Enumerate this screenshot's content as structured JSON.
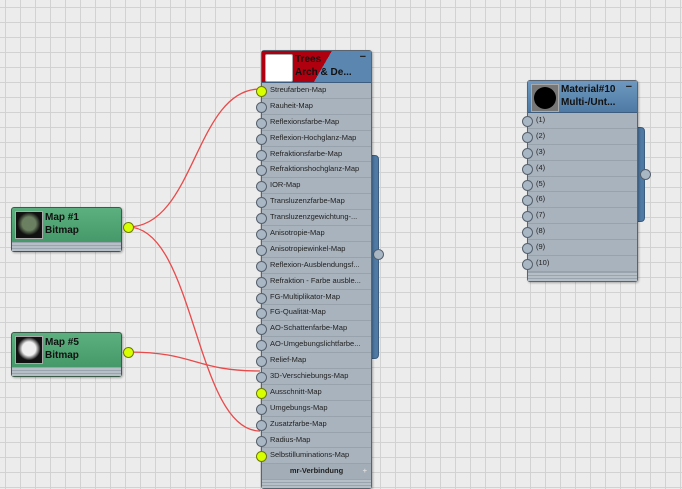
{
  "tree_node": {
    "title1": "Trees",
    "title2": "Arch & De...",
    "min": "−",
    "slots": [
      "Streufarben-Map",
      "Rauheit-Map",
      "Reflexionsfarbe-Map",
      "Reflexion-Hochglanz-Map",
      "Refraktionsfarbe-Map",
      "Refraktionshochglanz-Map",
      "IOR-Map",
      "Transluzenzfarbe-Map",
      "Transluzenzgewichtung-...",
      "Anisotropie-Map",
      "Anisotropiewinkel-Map",
      "Reflexion-Ausblendungsf...",
      "Refraktion - Farbe ausble...",
      "FG-Multiplikator-Map",
      "FG-Qualität-Map",
      "AO-Schattenfarbe-Map",
      "AO-Umgebungslichtfarbe...",
      "Relief-Map",
      "3D-Verschiebungs-Map",
      "Ausschnitt-Map",
      "Umgebungs-Map",
      "Zusatzfarbe-Map",
      "Radius-Map",
      "Selbstilluminations-Map"
    ],
    "connected": [
      0,
      19,
      23
    ],
    "footer": "mr-Verbindung",
    "footer_plus": "+"
  },
  "material_node": {
    "title1": "Material#10",
    "title2": "Multi-/Unt...",
    "min": "−",
    "slots": [
      "(1)",
      "(2)",
      "(3)",
      "(4)",
      "(5)",
      "(6)",
      "(7)",
      "(8)",
      "(9)",
      "(10)"
    ]
  },
  "map1": {
    "title1": "Map #1",
    "title2": "Bitmap"
  },
  "map5": {
    "title1": "Map #5",
    "title2": "Bitmap"
  },
  "colors": {
    "wire": "#e84a4a",
    "socket_active": "#d8ff00",
    "header": "#5a86b0",
    "map_node": "#4fa070"
  }
}
